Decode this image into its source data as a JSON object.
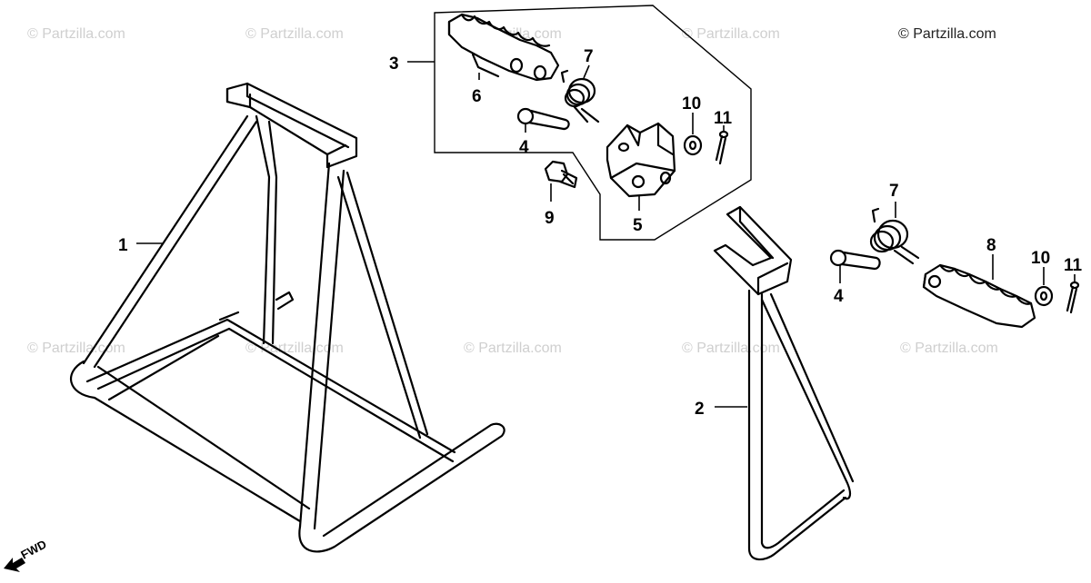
{
  "copyright": "© Partzilla.com",
  "watermark_text": "© Partzilla.com",
  "fwd_label": "FWD",
  "callouts": {
    "c1": "1",
    "c2": "2",
    "c3": "3",
    "c4a": "4",
    "c4b": "4",
    "c5": "5",
    "c6": "6",
    "c7a": "7",
    "c7b": "7",
    "c8": "8",
    "c9": "9",
    "c10a": "10",
    "c10b": "10",
    "c11a": "11",
    "c11b": "11"
  }
}
